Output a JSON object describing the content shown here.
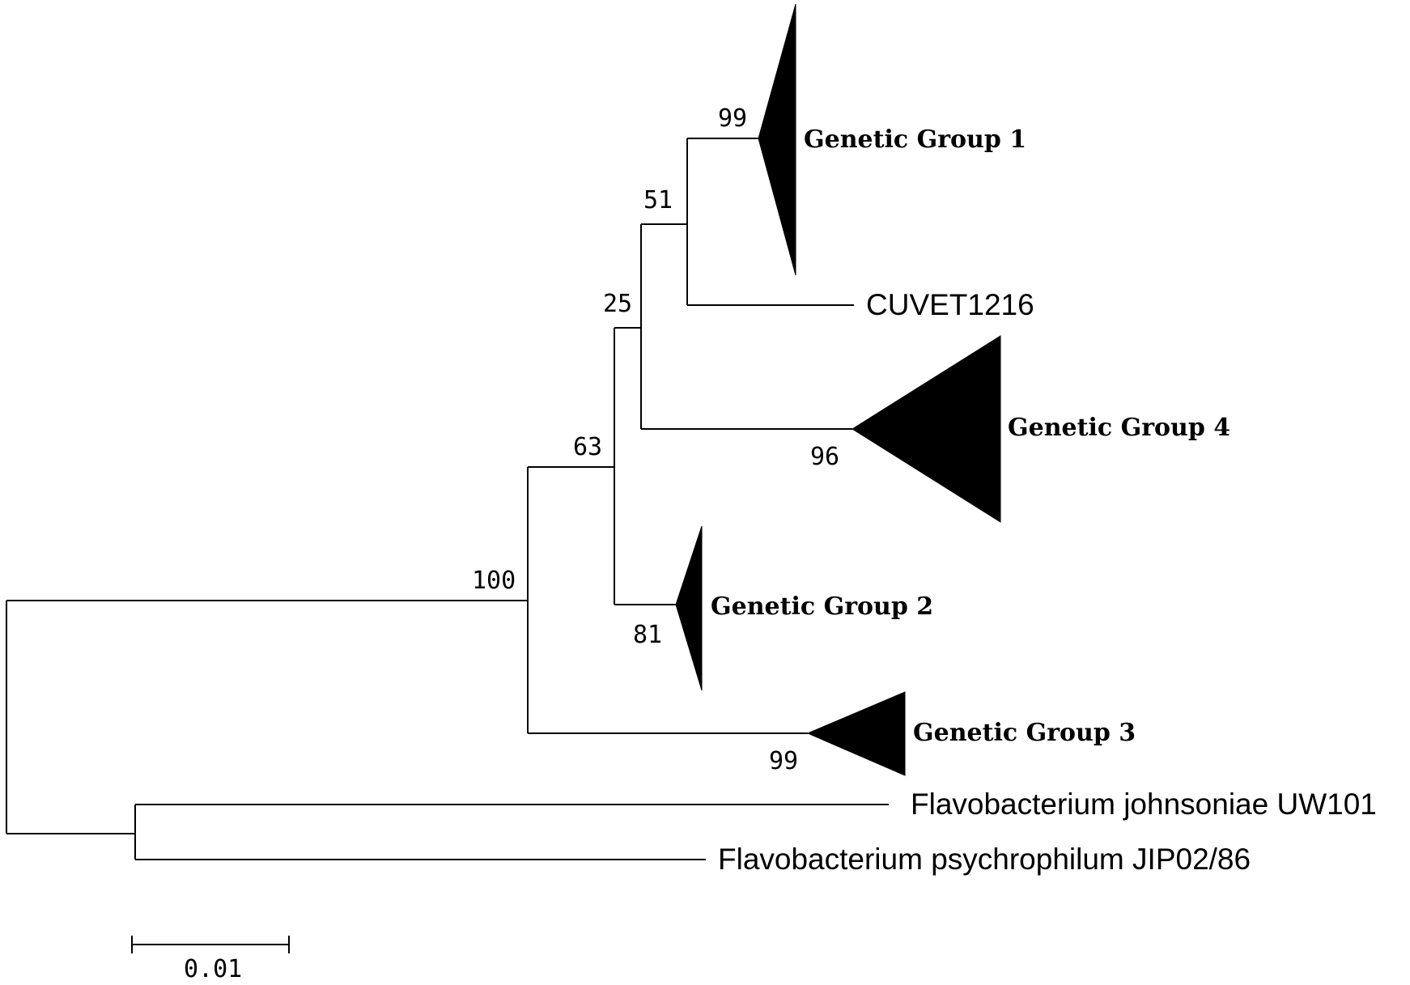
{
  "tree": {
    "collapsed_groups": [
      {
        "id": "g1",
        "label": "Genetic Group 1",
        "support": "99"
      },
      {
        "id": "g4",
        "label": "Genetic Group 4",
        "support": "96"
      },
      {
        "id": "g2",
        "label": "Genetic Group 2",
        "support": "81"
      },
      {
        "id": "g3",
        "label": "Genetic Group 3",
        "support": "99"
      }
    ],
    "leaves": [
      {
        "id": "cuvet",
        "label": "CUVET1216"
      },
      {
        "id": "fjohn",
        "label": "Flavobacterium johnsoniae UW101"
      },
      {
        "id": "fpsych",
        "label": "Flavobacterium psychrophilum JIP02/86"
      }
    ],
    "internal_support": {
      "n100": "100",
      "n63": "63",
      "n25": "25",
      "n51": "51"
    },
    "scale_bar": {
      "label": "0.01",
      "value": 0.01
    }
  }
}
